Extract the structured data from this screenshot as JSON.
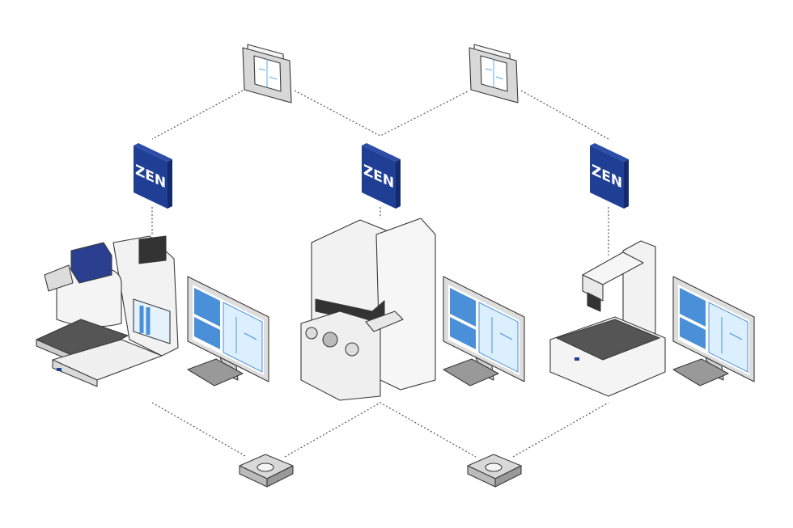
{
  "nodes": {
    "software_label": "ZEN",
    "software_badges": [
      {
        "label": "ZEN"
      },
      {
        "label": "ZEN"
      },
      {
        "label": "ZEN"
      }
    ],
    "instruments": [
      "light-microscope",
      "electron-microscope",
      "stereo-microscope"
    ],
    "data_folders": 2,
    "storage_disks": 2
  },
  "colors": {
    "badge_blue": "#1f3f95",
    "badge_side": "#142a6a",
    "screen_blue": "#4a90d9",
    "screen_light": "#dcefff",
    "device_gray": "#e8e8e8",
    "stage_dark": "#555555"
  }
}
